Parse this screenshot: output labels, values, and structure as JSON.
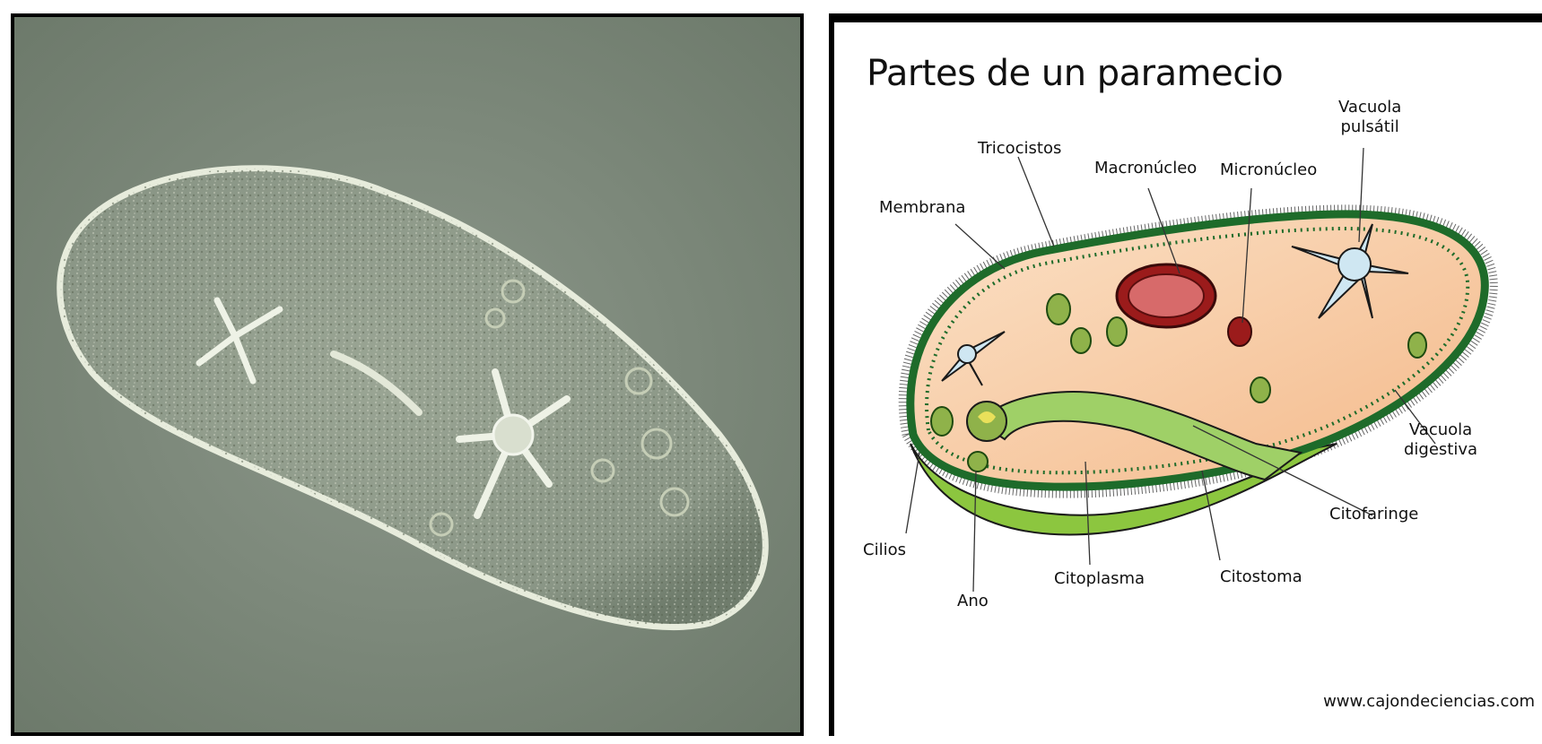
{
  "diagram": {
    "title": "Partes de un paramecio",
    "labels": {
      "tricocistos": "Tricocistos",
      "macronucleo": "Macronúcleo",
      "micronucleo": "Micronúcleo",
      "vacuola_pulsatil_1": "Vacuola",
      "vacuola_pulsatil_2": "pulsátil",
      "membrana": "Membrana",
      "vacuola_digestiva_1": "Vacuola",
      "vacuola_digestiva_2": "digestiva",
      "citofaringe": "Citofaringe",
      "cilios": "Cilios",
      "ano": "Ano",
      "citoplasma": "Citoplasma",
      "citostoma": "Citostoma"
    },
    "credit": "www.cajondeciencias.com"
  },
  "colors": {
    "photo_background": "#7d8a7a",
    "cytoplasm": "#f6c9a0",
    "membrane": "#1e6b2a",
    "oral_groove": "#8cc63f",
    "macronucleus": "#9b1b1b",
    "food_vacuole": "#6f8b3b"
  }
}
